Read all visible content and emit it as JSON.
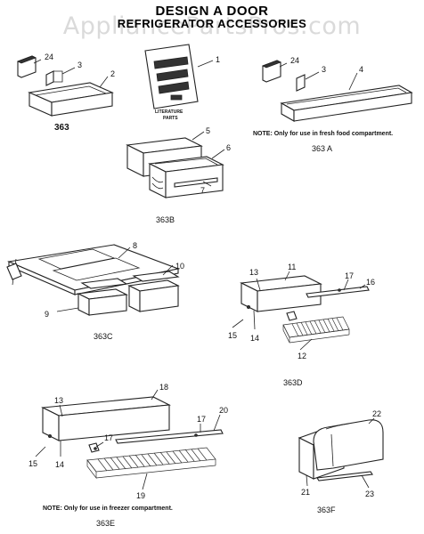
{
  "title_line1": "DESIGN A DOOR",
  "title_line2": "REFRIGERATOR ACCESSORIES",
  "watermark": "AppliancePartsPros.com",
  "literature_label_1": "LITERATURE",
  "literature_label_2": "PARTS",
  "groups": {
    "g363": "363",
    "g363a": "363 A",
    "g363b": "363B",
    "g363c": "363C",
    "g363d": "363D",
    "g363e": "363E",
    "g363f": "363F"
  },
  "notes": {
    "fresh": "NOTE: Only for use in fresh food compartment.",
    "freezer": "NOTE: Only for use in freezer compartment."
  },
  "parts": {
    "p1": "1",
    "p2": "2",
    "p3": "3",
    "p3b": "3",
    "p4": "4",
    "p5": "5",
    "p6": "6",
    "p7": "7",
    "p8": "8",
    "p9": "9",
    "p10": "10",
    "p11": "11",
    "p12": "12",
    "p13": "13",
    "p13b": "13",
    "p14": "14",
    "p14b": "14",
    "p15": "15",
    "p15b": "15",
    "p16": "16",
    "p17": "17",
    "p17b": "17",
    "p17c": "17",
    "p18": "18",
    "p19": "19",
    "p20": "20",
    "p21": "21",
    "p22": "22",
    "p23": "23",
    "p24": "24",
    "p24b": "24"
  }
}
